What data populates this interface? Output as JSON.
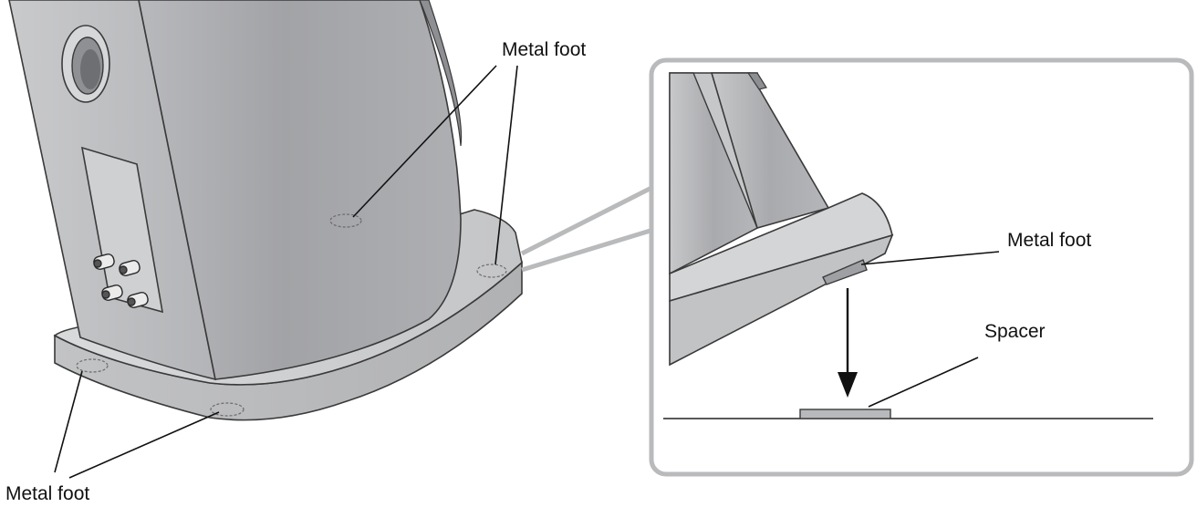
{
  "labels": {
    "metal_foot_top": "Metal foot",
    "metal_foot_bottom": "Metal foot",
    "metal_foot_inset": "Metal foot",
    "spacer": "Spacer"
  },
  "colors": {
    "cabinet_face": "#a9aaad",
    "cabinet_side": "#c6c7c9",
    "base": "#d0d1d3",
    "inset_frame": "#b9babc",
    "leader": "#111111"
  }
}
